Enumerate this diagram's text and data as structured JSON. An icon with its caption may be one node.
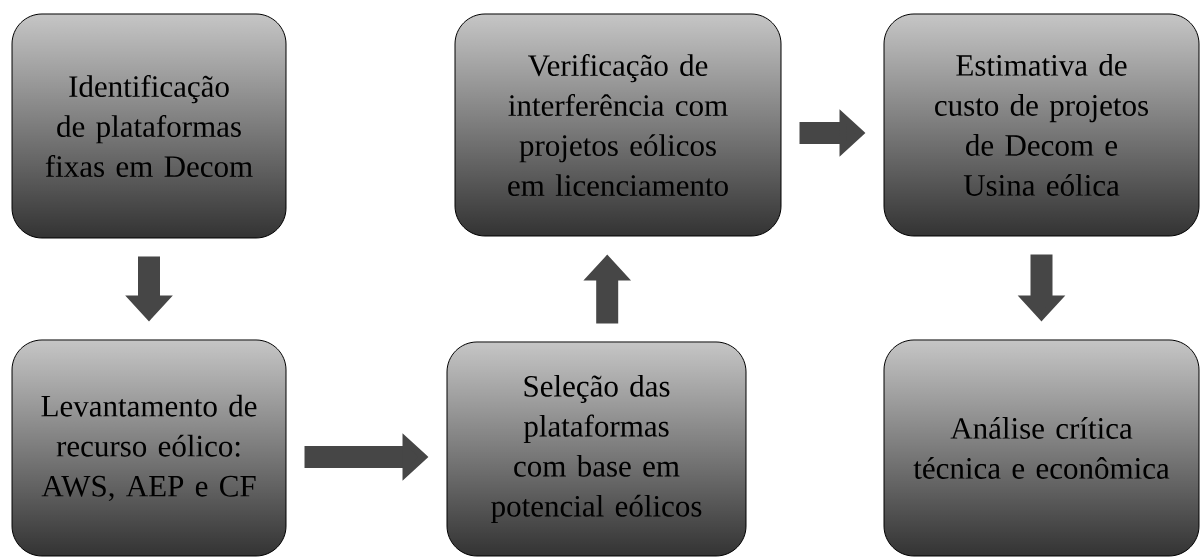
{
  "diagram": {
    "nodes": [
      {
        "text": [
          "Identificação de plataformas fixas em Decom"
        ]
      },
      {
        "text": [
          "Levantamento de recurso eólico: AWS, AEP e CF"
        ]
      },
      {
        "text": [
          "Seleção das plataformas com base em potencial eólicos"
        ]
      },
      {
        "text": [
          "Verificação de interferência com projetos eólicos em licenciamento"
        ]
      },
      {
        "text": [
          "Estimativa de custo de projetos de Decom e Usina eólica"
        ]
      },
      {
        "text": [
          "Análise crítica técnica e econômica"
        ]
      }
    ],
    "edges": [
      {
        "from": 0,
        "to": 1,
        "arrow": "to"
      },
      {
        "from": 1,
        "to": 2,
        "arrow": "to"
      },
      {
        "from": 2,
        "to": 3,
        "arrow": "to"
      },
      {
        "from": 3,
        "to": 4,
        "arrow": "to"
      },
      {
        "from": 4,
        "to": 5,
        "arrow": "to"
      }
    ]
  }
}
